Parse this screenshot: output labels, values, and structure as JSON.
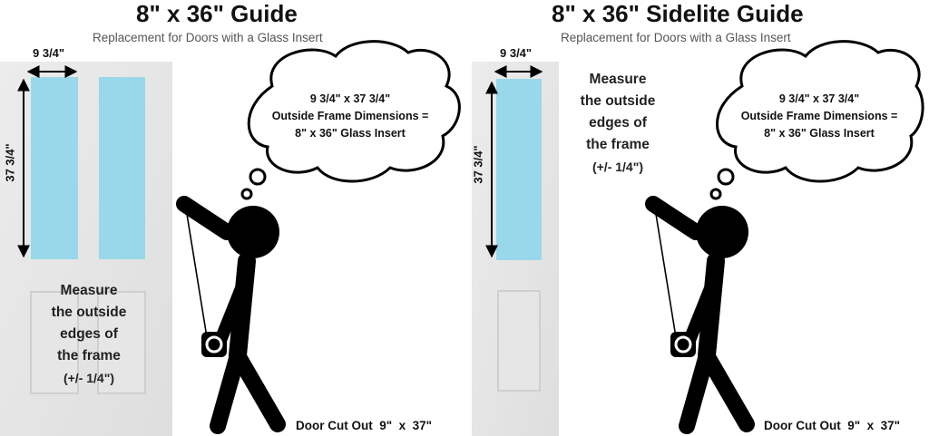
{
  "left": {
    "title": "8\" x 36\" Guide",
    "subtitle": "Replacement for Doors with a Glass Insert",
    "width_label": "9 3/4\"",
    "height_label": "37 3/4\"",
    "thought": {
      "line1": "9 3/4\" x 37 3/4\"",
      "line2": "Outside Frame Dimensions =",
      "line3": "8\" x 36\" Glass Insert"
    },
    "measure": {
      "line1": "Measure",
      "line2": "the outside",
      "line3": "edges of",
      "line4": "the frame",
      "line5": "(+/- 1/4\")"
    },
    "cutout_label": "Door Cut Out  9\"  x  37\""
  },
  "right": {
    "title": "8\" x 36\" Sidelite Guide",
    "subtitle": "Replacement for Doors with a Glass Insert",
    "width_label": "9 3/4\"",
    "height_label": "37 3/4\"",
    "thought": {
      "line1": "9 3/4\" x 37 3/4\"",
      "line2": "Outside Frame Dimensions =",
      "line3": "8\" x 36\" Glass Insert"
    },
    "measure": {
      "line1": "Measure",
      "line2": "the outside",
      "line3": "edges of",
      "line4": "the frame",
      "line5": "(+/- 1/4\")"
    },
    "cutout_label": "Door Cut Out  9\"  x  37\""
  },
  "colors": {
    "glass": "#99d8ea",
    "door": "#e9e9e9",
    "door_panel": "#dcdcdc",
    "figure": "#000000"
  }
}
